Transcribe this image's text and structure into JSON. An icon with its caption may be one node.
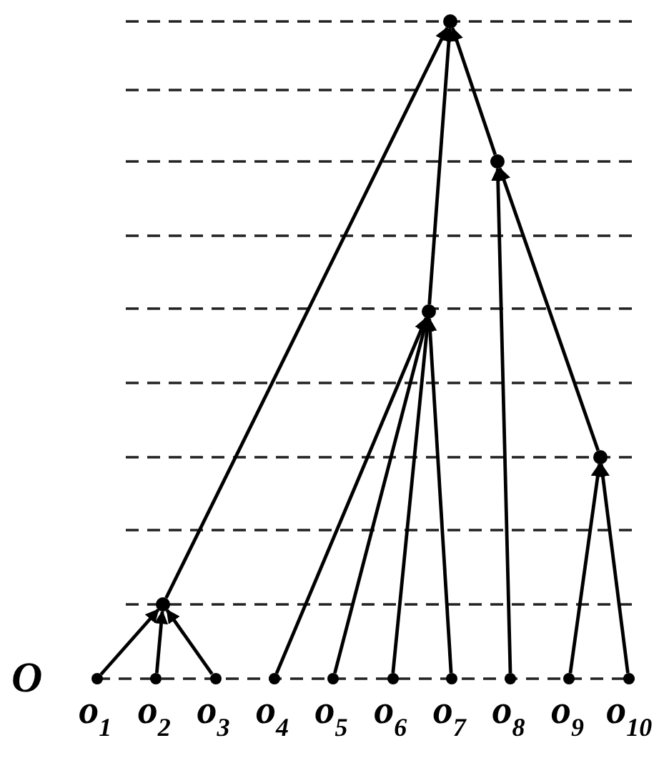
{
  "diagram": {
    "nodes": [
      {
        "text": [],
        "shape": "circle"
      },
      {
        "text": [],
        "shape": "circle"
      },
      {
        "text": [],
        "shape": "circle"
      },
      {
        "text": [],
        "shape": "circle"
      },
      {
        "text": [],
        "shape": "circle"
      },
      {
        "text": [],
        "shape": "circle",
        "beside": [
          "o$_{1}$"
        ]
      },
      {
        "text": [],
        "shape": "circle",
        "beside": [
          "o$_{2}$"
        ]
      },
      {
        "text": [],
        "shape": "circle",
        "beside": [
          "o$_{3}$"
        ]
      },
      {
        "text": [],
        "shape": "circle",
        "beside": [
          "o$_{4}$"
        ]
      },
      {
        "text": [],
        "shape": "circle",
        "beside": [
          "o$_{5}$"
        ]
      },
      {
        "text": [],
        "shape": "circle",
        "beside": [
          "o$_{6}$"
        ]
      },
      {
        "text": [],
        "shape": "circle",
        "beside": [
          "o$_{7}$"
        ]
      },
      {
        "text": [],
        "shape": "circle",
        "beside": [
          "o$_{8}$"
        ]
      },
      {
        "text": [],
        "shape": "circle",
        "beside": [
          "o$_{9}$"
        ]
      },
      {
        "text": [],
        "shape": "circle",
        "beside": [
          "o$_{10}$"
        ]
      }
    ],
    "edges": [
      {
        "from": 4,
        "to": 0,
        "arrow": "to"
      },
      {
        "from": 2,
        "to": 0,
        "arrow": "to"
      },
      {
        "from": 1,
        "to": 0,
        "arrow": "to"
      },
      {
        "from": 12,
        "to": 1,
        "arrow": "to"
      },
      {
        "from": 3,
        "to": 1,
        "arrow": "to"
      },
      {
        "from": 8,
        "to": 2,
        "arrow": "to"
      },
      {
        "from": 9,
        "to": 2,
        "arrow": "to"
      },
      {
        "from": 10,
        "to": 2,
        "arrow": "to"
      },
      {
        "from": 11,
        "to": 2,
        "arrow": "to"
      },
      {
        "from": 13,
        "to": 3,
        "arrow": "to"
      },
      {
        "from": 14,
        "to": 3,
        "arrow": "to"
      },
      {
        "from": 5,
        "to": 4,
        "arrow": "to"
      },
      {
        "from": 6,
        "to": 4,
        "arrow": "to"
      },
      {
        "from": 7,
        "to": 4,
        "arrow": "to"
      }
    ],
    "labels": [
      "O"
    ]
  }
}
